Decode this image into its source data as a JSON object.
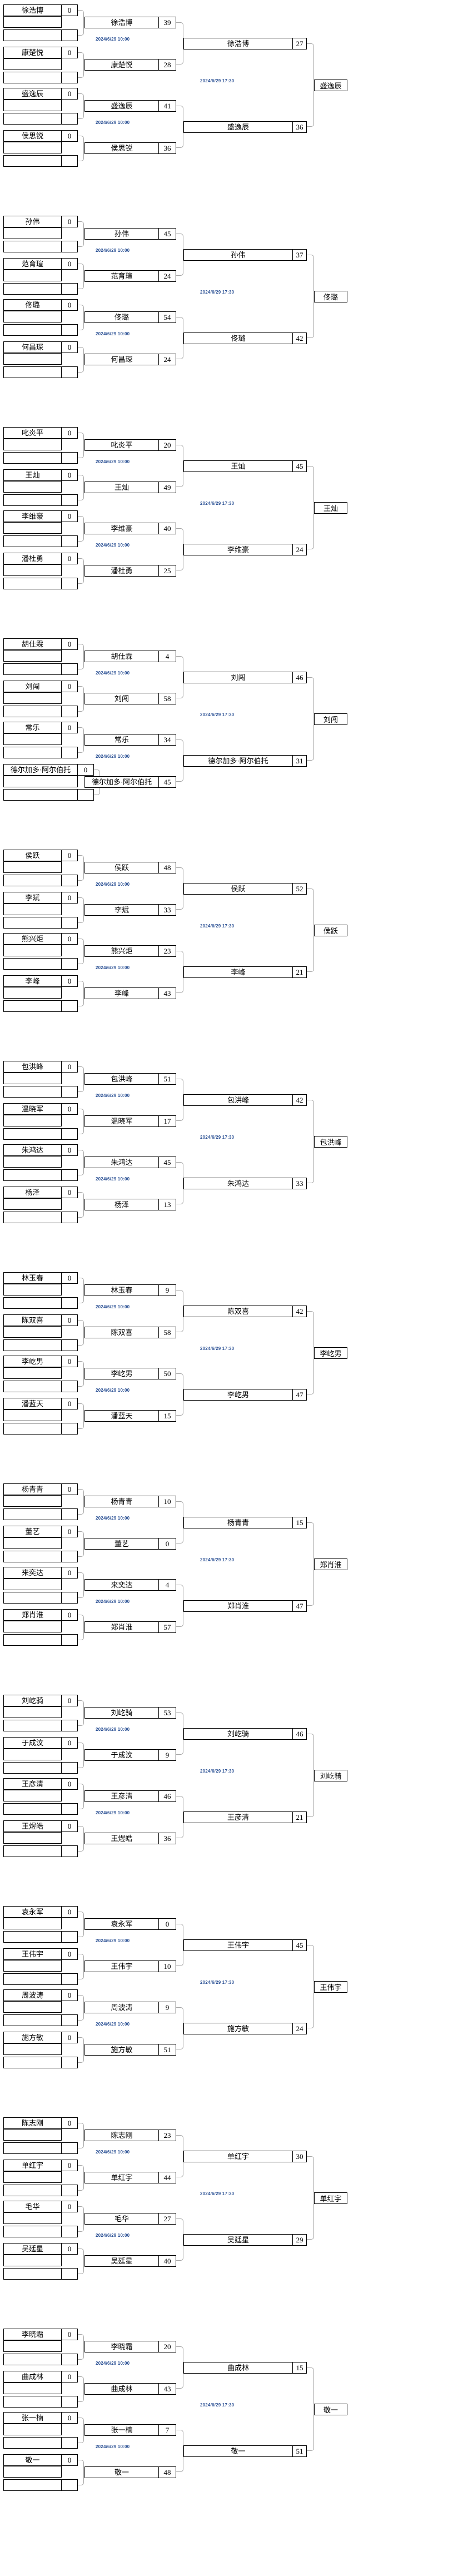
{
  "tournament": {
    "round1_time": "2024/6/29 10:00",
    "round3_time": "2024/6/29 17:30",
    "zero": "0",
    "empty": ""
  },
  "groups": [
    {
      "r1": [
        {
          "name": "徐浩博",
          "score": "0"
        },
        {
          "name": "康楚悦",
          "score": "0"
        },
        {
          "name": "盛逸辰",
          "score": "0"
        },
        {
          "name": "侯思锐",
          "score": "0"
        }
      ],
      "r2": [
        {
          "name": "徐浩博",
          "score": "39"
        },
        {
          "name": "康楚悦",
          "score": "28"
        },
        {
          "name": "盛逸辰",
          "score": "41"
        },
        {
          "name": "侯思锐",
          "score": "36"
        }
      ],
      "r3": [
        {
          "name": "徐浩博",
          "score": "27"
        },
        {
          "name": "盛逸辰",
          "score": "36"
        }
      ],
      "r4": {
        "name": "盛逸辰"
      }
    },
    {
      "r1": [
        {
          "name": "孙伟",
          "score": "0"
        },
        {
          "name": "范育瑄",
          "score": "0"
        },
        {
          "name": "佟璐",
          "score": "0"
        },
        {
          "name": "何昌琛",
          "score": "0"
        }
      ],
      "r2": [
        {
          "name": "孙伟",
          "score": "45"
        },
        {
          "name": "范育瑄",
          "score": "24"
        },
        {
          "name": "佟璐",
          "score": "54"
        },
        {
          "name": "何昌琛",
          "score": "24"
        }
      ],
      "r3": [
        {
          "name": "孙伟",
          "score": "37"
        },
        {
          "name": "佟璐",
          "score": "42"
        }
      ],
      "r4": {
        "name": "佟璐"
      }
    },
    {
      "r1": [
        {
          "name": "叱炎平",
          "score": "0"
        },
        {
          "name": "王灿",
          "score": "0"
        },
        {
          "name": "李维豪",
          "score": "0"
        },
        {
          "name": "潘杜勇",
          "score": "0"
        }
      ],
      "r2": [
        {
          "name": "叱炎平",
          "score": "20"
        },
        {
          "name": "王灿",
          "score": "49"
        },
        {
          "name": "李维豪",
          "score": "40"
        },
        {
          "name": "潘杜勇",
          "score": "25"
        }
      ],
      "r3": [
        {
          "name": "王灿",
          "score": "45"
        },
        {
          "name": "李维豪",
          "score": "24"
        }
      ],
      "r4": {
        "name": "王灿"
      }
    },
    {
      "r1": [
        {
          "name": "胡仕霖",
          "score": "0"
        },
        {
          "name": "刘闯",
          "score": "0"
        },
        {
          "name": "常乐",
          "score": "0"
        },
        {
          "name": "德尔加多·阿尔伯托",
          "score": "0"
        }
      ],
      "r2": [
        {
          "name": "胡仕霖",
          "score": "4"
        },
        {
          "name": "刘闯",
          "score": "58"
        },
        {
          "name": "常乐",
          "score": "34"
        },
        {
          "name": "德尔加多·阿尔伯托",
          "score": "45"
        }
      ],
      "r3": [
        {
          "name": "刘闯",
          "score": "46"
        },
        {
          "name": "德尔加多·阿尔伯托",
          "score": "31"
        }
      ],
      "r4": {
        "name": "刘闯"
      }
    },
    {
      "r1": [
        {
          "name": "侯跃",
          "score": "0"
        },
        {
          "name": "李斌",
          "score": "0"
        },
        {
          "name": "熊兴炬",
          "score": "0"
        },
        {
          "name": "李峰",
          "score": "0"
        }
      ],
      "r2": [
        {
          "name": "侯跃",
          "score": "48"
        },
        {
          "name": "李斌",
          "score": "33"
        },
        {
          "name": "熊兴炬",
          "score": "23"
        },
        {
          "name": "李峰",
          "score": "43"
        }
      ],
      "r3": [
        {
          "name": "侯跃",
          "score": "52"
        },
        {
          "name": "李峰",
          "score": "21"
        }
      ],
      "r4": {
        "name": "侯跃"
      }
    },
    {
      "r1": [
        {
          "name": "包洪峰",
          "score": "0"
        },
        {
          "name": "温晓军",
          "score": "0"
        },
        {
          "name": "朱鸿达",
          "score": "0"
        },
        {
          "name": "杨泽",
          "score": "0"
        }
      ],
      "r2": [
        {
          "name": "包洪峰",
          "score": "51"
        },
        {
          "name": "温晓军",
          "score": "17"
        },
        {
          "name": "朱鸿达",
          "score": "45"
        },
        {
          "name": "杨泽",
          "score": "13"
        }
      ],
      "r3": [
        {
          "name": "包洪峰",
          "score": "42"
        },
        {
          "name": "朱鸿达",
          "score": "33"
        }
      ],
      "r4": {
        "name": "包洪峰"
      }
    },
    {
      "r1": [
        {
          "name": "林玉春",
          "score": "0"
        },
        {
          "name": "陈双喜",
          "score": "0"
        },
        {
          "name": "李屹男",
          "score": "0"
        },
        {
          "name": "潘蓝天",
          "score": "0"
        }
      ],
      "r2": [
        {
          "name": "林玉春",
          "score": "9"
        },
        {
          "name": "陈双喜",
          "score": "58"
        },
        {
          "name": "李屹男",
          "score": "50"
        },
        {
          "name": "潘蓝天",
          "score": "15"
        }
      ],
      "r3": [
        {
          "name": "陈双喜",
          "score": "42"
        },
        {
          "name": "李屹男",
          "score": "47"
        }
      ],
      "r4": {
        "name": "李屹男"
      }
    },
    {
      "r1": [
        {
          "name": "杨青青",
          "score": "0"
        },
        {
          "name": "董艺",
          "score": "0"
        },
        {
          "name": "来奕达",
          "score": "0"
        },
        {
          "name": "郑肖淮",
          "score": "0"
        }
      ],
      "r2": [
        {
          "name": "杨青青",
          "score": "10"
        },
        {
          "name": "董艺",
          "score": "0"
        },
        {
          "name": "来奕达",
          "score": "4"
        },
        {
          "name": "郑肖淮",
          "score": "57"
        }
      ],
      "r3": [
        {
          "name": "杨青青",
          "score": "15"
        },
        {
          "name": "郑肖淮",
          "score": "47"
        }
      ],
      "r4": {
        "name": "郑肖淮"
      }
    },
    {
      "r1": [
        {
          "name": "刘屹骑",
          "score": "0"
        },
        {
          "name": "于成汶",
          "score": "0"
        },
        {
          "name": "王彦清",
          "score": "0"
        },
        {
          "name": "王煜皓",
          "score": "0"
        }
      ],
      "r2": [
        {
          "name": "刘屹骑",
          "score": "53"
        },
        {
          "name": "于成汶",
          "score": "9"
        },
        {
          "name": "王彦清",
          "score": "46"
        },
        {
          "name": "王煜皓",
          "score": "36"
        }
      ],
      "r3": [
        {
          "name": "刘屹骑",
          "score": "46"
        },
        {
          "name": "王彦清",
          "score": "21"
        }
      ],
      "r4": {
        "name": "刘屹骑"
      }
    },
    {
      "r1": [
        {
          "name": "袁永军",
          "score": "0"
        },
        {
          "name": "王伟宇",
          "score": "0"
        },
        {
          "name": "周波涛",
          "score": "0"
        },
        {
          "name": "施方敏",
          "score": "0"
        }
      ],
      "r2": [
        {
          "name": "袁永军",
          "score": "0"
        },
        {
          "name": "王伟宇",
          "score": "10"
        },
        {
          "name": "周波涛",
          "score": "9"
        },
        {
          "name": "施方敏",
          "score": "51"
        }
      ],
      "r3": [
        {
          "name": "王伟宇",
          "score": "45"
        },
        {
          "name": "施方敏",
          "score": "24"
        }
      ],
      "r4": {
        "name": "王伟宇"
      }
    },
    {
      "r1": [
        {
          "name": "陈志刚",
          "score": "0"
        },
        {
          "name": "单红宇",
          "score": "0"
        },
        {
          "name": "毛华",
          "score": "0"
        },
        {
          "name": "吴廷星",
          "score": "0"
        }
      ],
      "r2": [
        {
          "name": "陈志刚",
          "score": "23"
        },
        {
          "name": "单红宇",
          "score": "44"
        },
        {
          "name": "毛华",
          "score": "27"
        },
        {
          "name": "吴廷星",
          "score": "40"
        }
      ],
      "r3": [
        {
          "name": "单红宇",
          "score": "30"
        },
        {
          "name": "吴廷星",
          "score": "29"
        }
      ],
      "r4": {
        "name": "单红宇"
      }
    },
    {
      "r1": [
        {
          "name": "李晓霜",
          "score": "0"
        },
        {
          "name": "曲成林",
          "score": "0"
        },
        {
          "name": "张一楠",
          "score": "0"
        },
        {
          "name": "敬一",
          "score": "0"
        }
      ],
      "r2": [
        {
          "name": "李晓霜",
          "score": "20"
        },
        {
          "name": "曲成林",
          "score": "43"
        },
        {
          "name": "张一楠",
          "score": "7"
        },
        {
          "name": "敬一",
          "score": "48"
        }
      ],
      "r3": [
        {
          "name": "曲成林",
          "score": "15"
        },
        {
          "name": "敬一",
          "score": "51"
        }
      ],
      "r4": {
        "name": "敬一"
      }
    }
  ]
}
